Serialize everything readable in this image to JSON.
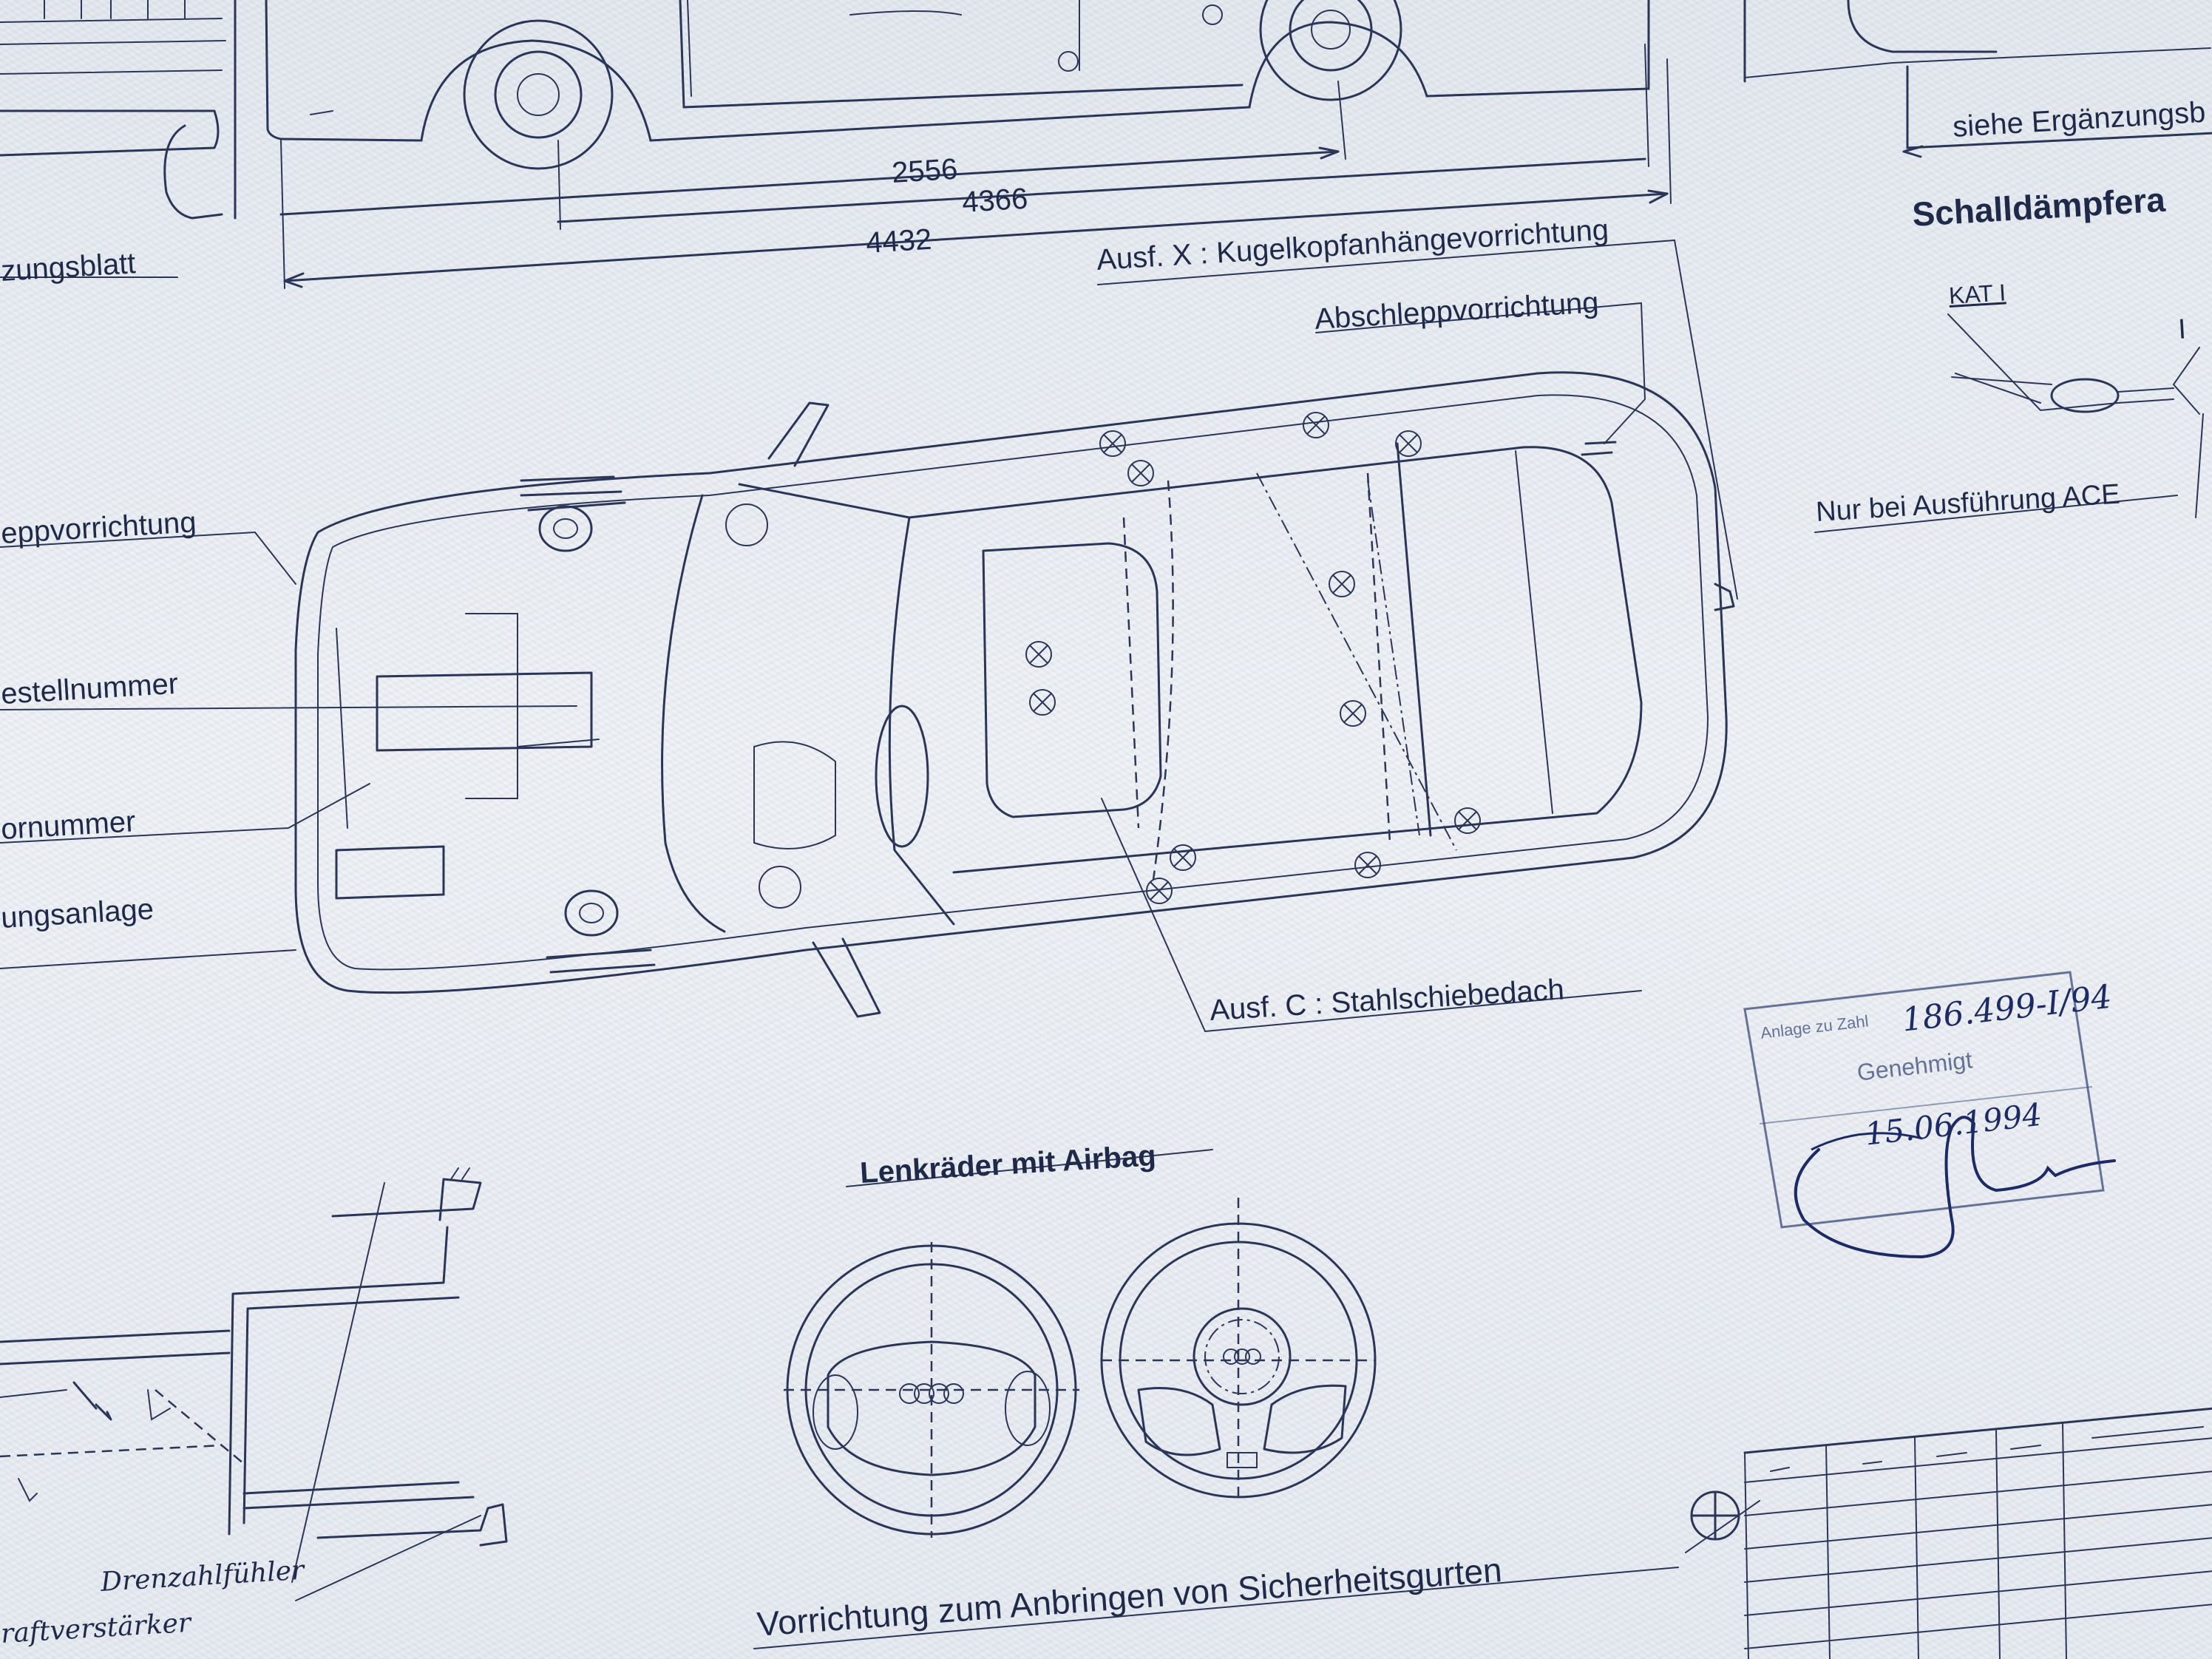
{
  "dimensions": {
    "wheelbase": "2556",
    "length_inner": "4366",
    "length_total": "4432"
  },
  "labels": {
    "ergaenzung_top": "siehe Ergänzungsb",
    "ergaenzung_left": "zungsblatt",
    "schalldaempfer": "Schalldämpfera",
    "kat": "KAT I",
    "roman_one": "I",
    "ace": "Nur bei Ausführung ACE",
    "kugelkopf": "Ausf. X : Kugelkopfanhängevorrichtung",
    "abschlepp": "Abschleppvorrichtung",
    "abschlepp_left": "eppvorrichtung",
    "bestellnummer": "estellnummer",
    "motornummer": "ornummer",
    "anlage": "ungsanlage",
    "stahlschiebedach": "Ausf. C : Stahlschiebedach",
    "lenkraeder": "Lenkräder mit Airbag",
    "sicherheitsgurte": "Vorrichtung zum Anbringen von Sicherheitsgurten",
    "drehzahl": "Drenzahlfühler",
    "kraftverstaerker": "raftverstärker"
  },
  "stamp": {
    "anlage_text": "Anlage zu Zahl",
    "reference": "186.499-I/94",
    "genehmigt": "Genehmigt",
    "date": "15.06.1994"
  },
  "colors": {
    "paper": "#e8ecf1",
    "ink": "#2a3558",
    "stamp_ink": "#3a4a7a",
    "signature_ink": "#1c2a66"
  }
}
